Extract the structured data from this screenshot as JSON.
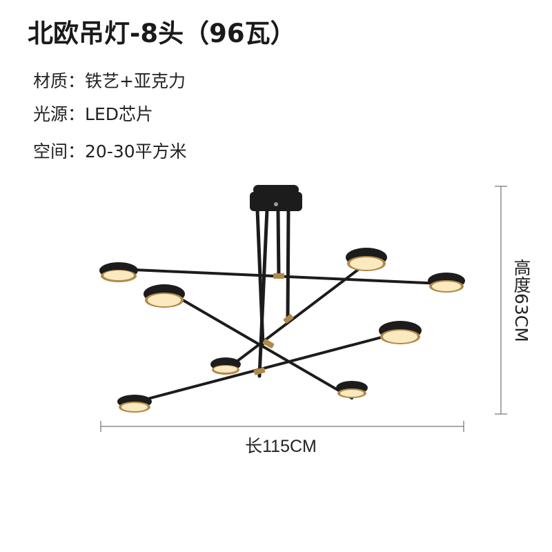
{
  "title": "北欧吊灯-8头（96瓦）",
  "specs": [
    {
      "label": "材质",
      "value": "铁艺+亚克力"
    },
    {
      "label": "光源",
      "value": "LED芯片"
    },
    {
      "label": "空间",
      "value": "20-30平方米"
    }
  ],
  "dimensions": {
    "width": "长115CM",
    "height": "高度63CM"
  },
  "colors": {
    "metal": "#1c1c1c",
    "brass": "#b08a4a",
    "light": "#fbe9bf"
  },
  "image": "black-metal-chandelier-8-heads"
}
